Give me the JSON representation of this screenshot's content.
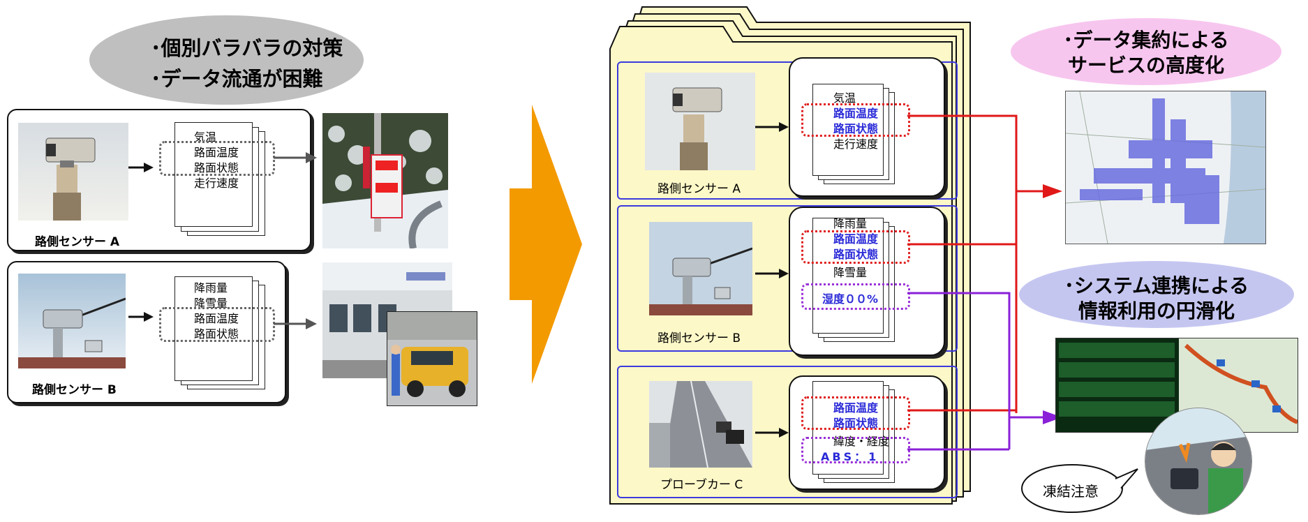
{
  "before": {
    "headline": [
      "･個別バラバラの対策",
      "･データ流通が困難"
    ],
    "sensors": [
      {
        "caption": "路側センサー A",
        "items": [
          "気温",
          "路面温度",
          "路面状態",
          "走行速度"
        ]
      },
      {
        "caption": "路側センサー B",
        "items": [
          "降雨量",
          "降雪量",
          "路面温度",
          "路面状態"
        ]
      }
    ]
  },
  "after": {
    "sources": [
      {
        "caption": "路側センサー A",
        "items": [
          "気温",
          "路面温度",
          "路面状態",
          "走行速度"
        ]
      },
      {
        "caption": "路側センサー B",
        "items": [
          "降雨量",
          "路面温度",
          "路面状態",
          "降雪量",
          "湿度００%"
        ]
      },
      {
        "caption": "プローブカー C",
        "items": [
          "路面温度",
          "路面状態",
          "緯度・経度",
          "ABS：1"
        ]
      }
    ],
    "benefits": [
      {
        "title": [
          "･データ集約による",
          "サービスの高度化"
        ]
      },
      {
        "title": [
          "･システム連携による",
          "情報利用の円滑化"
        ]
      }
    ],
    "speech": "凍結注意"
  },
  "colors": {
    "folder": "#fdf8c8",
    "arrow": "#f39a00",
    "frame_blue": "#3a3adf",
    "red": "#e01818",
    "purple": "#8a20d8",
    "pink": "#f7c6ef",
    "lavender": "#c5c6f0",
    "gray": "#bfbfbf"
  }
}
